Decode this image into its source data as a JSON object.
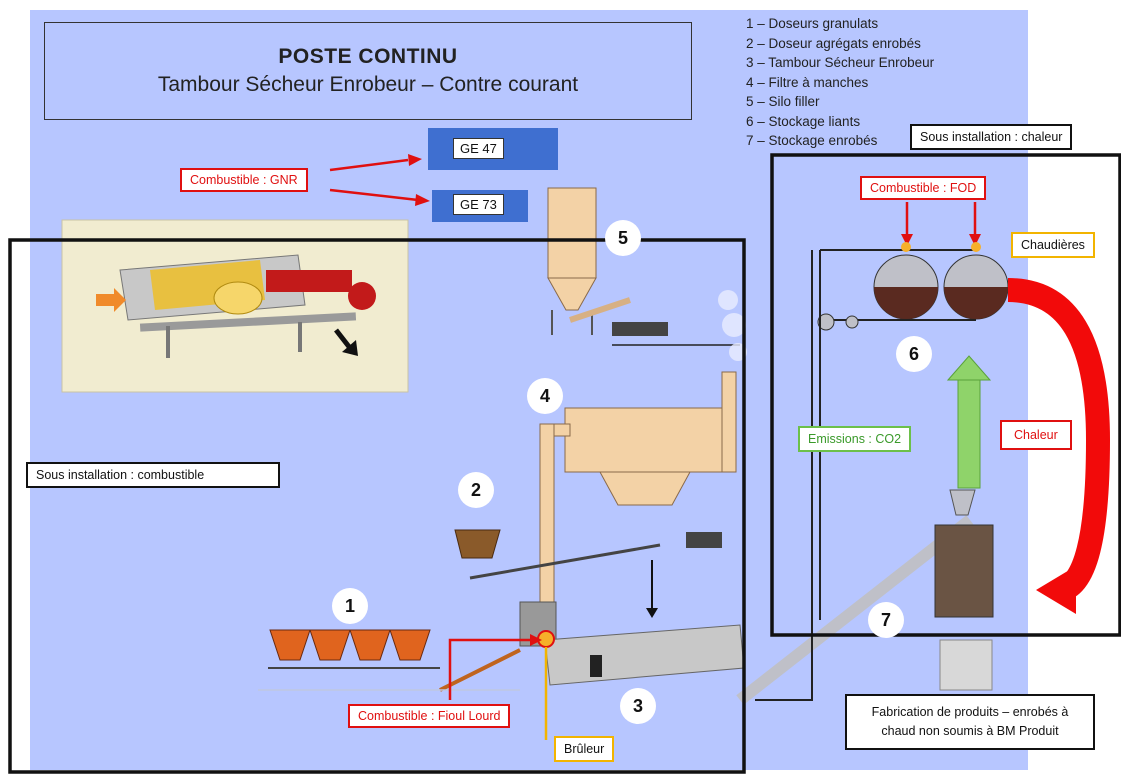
{
  "title": {
    "line1": "POSTE  CONTINU",
    "line2": "Tambour Sécheur Enrobeur – Contre courant"
  },
  "legend": [
    "1 – Doseurs granulats",
    "2 – Doseur agrégats enrobés",
    "3 – Tambour Sécheur Enrobeur",
    "4 – Filtre à manches",
    "5 – Silo filler",
    "6 – Stockage liants",
    "7 – Stockage enrobés"
  ],
  "generators": {
    "ge47": "GE 47",
    "ge73": "GE 73"
  },
  "labels": {
    "combustible_gnr": "Combustible : GNR",
    "combustible_fod": "Combustible : FOD",
    "combustible_fioul": "Combustible : Fioul Lourd",
    "bruleur": "Brûleur",
    "chaudieres": "Chaudières",
    "emissions": "Emissions : CO2",
    "chaleur": "Chaleur",
    "sous_installation_chaleur": "Sous installation : chaleur",
    "sous_installation_combustible": "Sous installation : combustible",
    "fabrication": "Fabrication de produits – enrobés à chaud non soumis à BM Produit"
  },
  "numbers": [
    "1",
    "2",
    "3",
    "4",
    "5",
    "6",
    "7"
  ],
  "colors": {
    "background": "#b7c6ff",
    "red": "#e01010",
    "green": "#6cc04a",
    "orange": "#f2b400",
    "generator_blue": "#3f6fd0"
  }
}
